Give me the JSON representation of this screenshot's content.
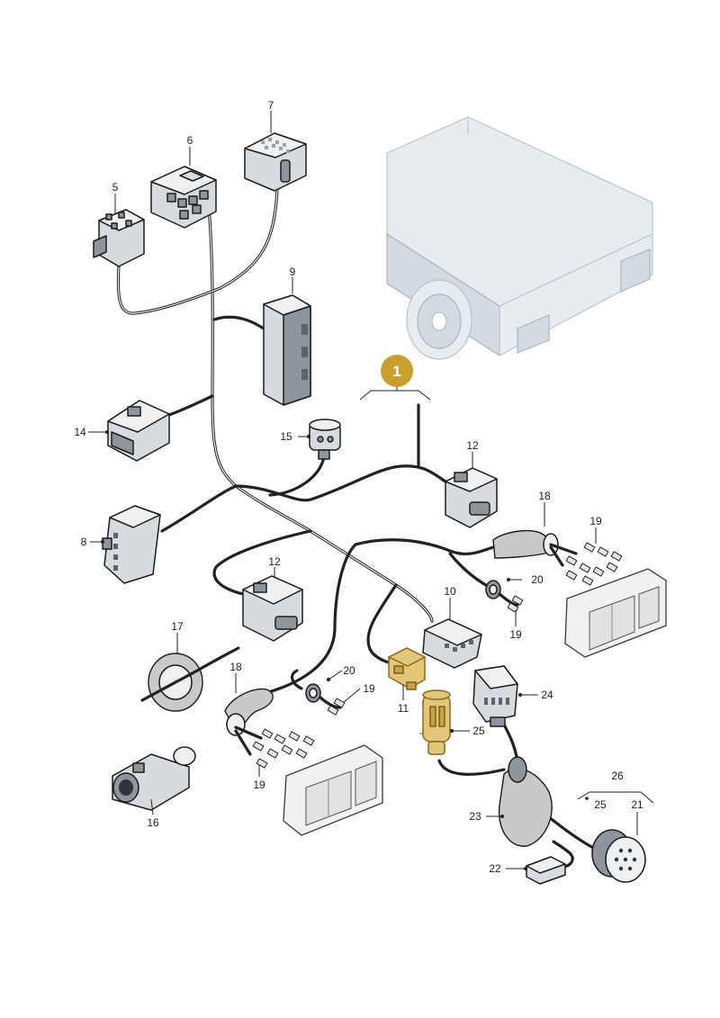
{
  "diagram": {
    "badge": {
      "label": "1",
      "color": "#c9a02d"
    },
    "highlight_color": "#e3c679",
    "callouts": {
      "c5": "5",
      "c6": "6",
      "c7": "7",
      "c8": "8",
      "c9": "9",
      "c10": "10",
      "c11": "11",
      "c12a": "12",
      "c12b": "12",
      "c14": "14",
      "c15": "15",
      "c16": "16",
      "c17": "17",
      "c18a": "18",
      "c18b": "18",
      "c19a": "19",
      "c19b": "19",
      "c19c": "19",
      "c19d": "19",
      "c20a": "20",
      "c20b": "20",
      "c21": "21",
      "c22": "22",
      "c23": "23",
      "c24": "24",
      "c25a": "25",
      "c25b": "25",
      "c26": "26"
    }
  }
}
